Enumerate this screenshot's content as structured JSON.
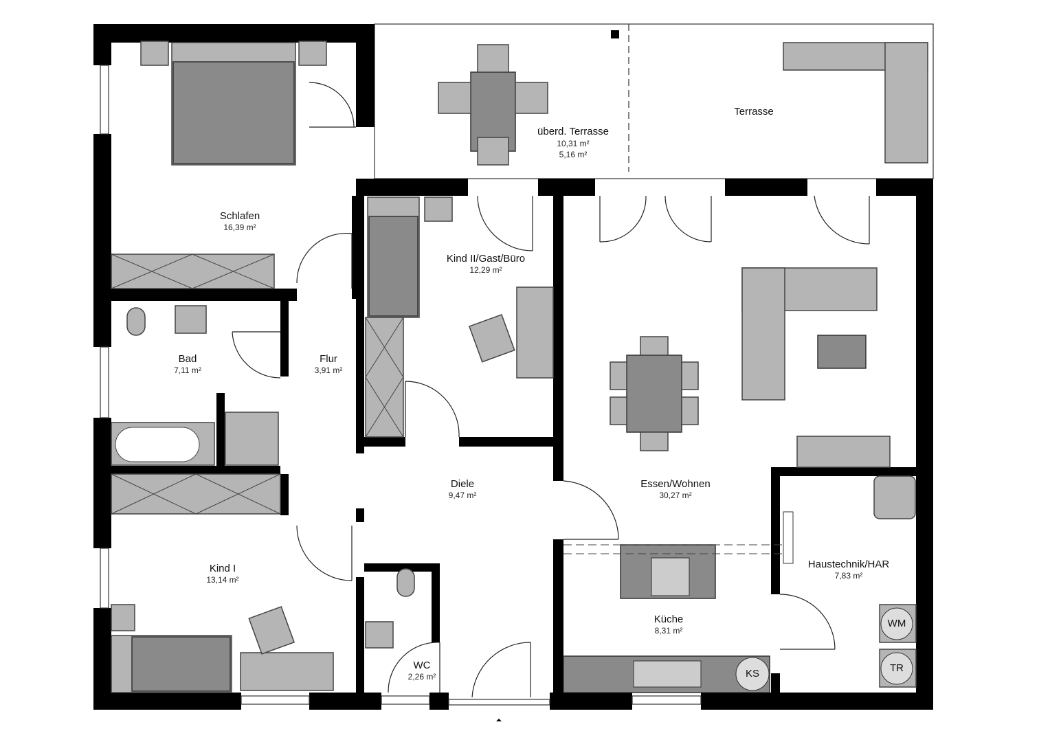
{
  "rooms": [
    {
      "name": "Schlafen",
      "area": "16,39 m²"
    },
    {
      "name": "Bad",
      "area": "7,11 m²"
    },
    {
      "name": "Flur",
      "area": "3,91 m²"
    },
    {
      "name": "Kind I",
      "area": "13,14 m²"
    },
    {
      "name": "Kind II/Gast/Büro",
      "area": "12,29 m²"
    },
    {
      "name": "Diele",
      "area": "9,47 m²"
    },
    {
      "name": "WC",
      "area": "2,26 m²"
    },
    {
      "name": "Essen/Wohnen",
      "area": "30,27 m²"
    },
    {
      "name": "Küche",
      "area": "8,31 m²"
    },
    {
      "name": "Haustechnik/HAR",
      "area": "7,83 m²"
    },
    {
      "name": "Terrasse",
      "area": ""
    }
  ],
  "covered_terrace": {
    "name": "überd. Terrasse",
    "area_full": "10,31 m²",
    "area_half": "5,16 m²"
  },
  "appliances": {
    "washer": "WM",
    "dryer": "TR",
    "fridge": "KS"
  },
  "colors": {
    "wall": "#000000",
    "furniture": "#8a8a8a",
    "furniture_light": "#b5b5b5"
  }
}
